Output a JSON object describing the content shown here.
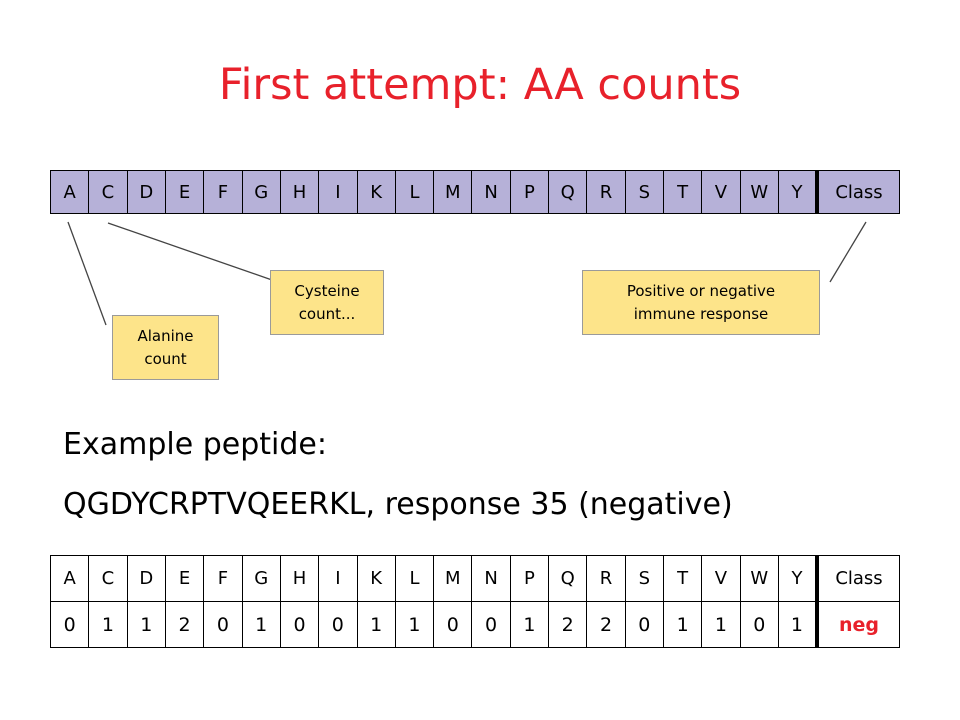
{
  "title": "First attempt: AA counts",
  "columns": [
    "A",
    "C",
    "D",
    "E",
    "F",
    "G",
    "H",
    "I",
    "K",
    "L",
    "M",
    "N",
    "P",
    "Q",
    "R",
    "S",
    "T",
    "V",
    "W",
    "Y",
    "Class"
  ],
  "callouts": {
    "alanine": "Alanine\ncount",
    "cysteine": "Cysteine\ncount...",
    "class": "Positive or negative\nimmune response"
  },
  "example": {
    "label": "Example peptide:",
    "sequence_line": "QGDYCRPTVQEERKL, response 35 (negative)"
  },
  "example_values": [
    "0",
    "1",
    "1",
    "2",
    "0",
    "1",
    "0",
    "0",
    "1",
    "1",
    "0",
    "0",
    "1",
    "2",
    "2",
    "0",
    "1",
    "1",
    "0",
    "1",
    "neg"
  ],
  "colors": {
    "title": "#e8212b",
    "header_fill": "#b6b1d8",
    "callout_fill": "#fde48a",
    "neg_text": "#e8212b"
  }
}
